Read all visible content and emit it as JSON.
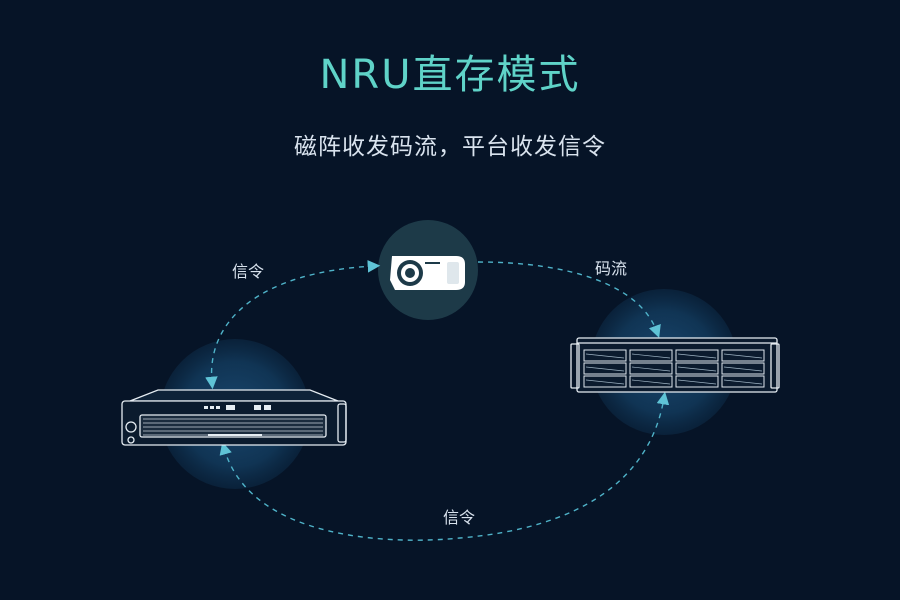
{
  "title": "NRU直存模式",
  "subtitle": "磁阵收发码流，平台收发信令",
  "labels": {
    "signal_left": "信令",
    "stream_right": "码流",
    "signal_bottom": "信令"
  },
  "colors": {
    "background": "#061427",
    "accent": "#5fd3c8",
    "dashed_line": "#4fb3c9",
    "glow": "#123a5c",
    "camera_circle": "#1d3a48"
  },
  "icons": {
    "camera": "camera-icon",
    "platform_server": "platform-server-icon",
    "disk_array": "disk-array-icon"
  }
}
